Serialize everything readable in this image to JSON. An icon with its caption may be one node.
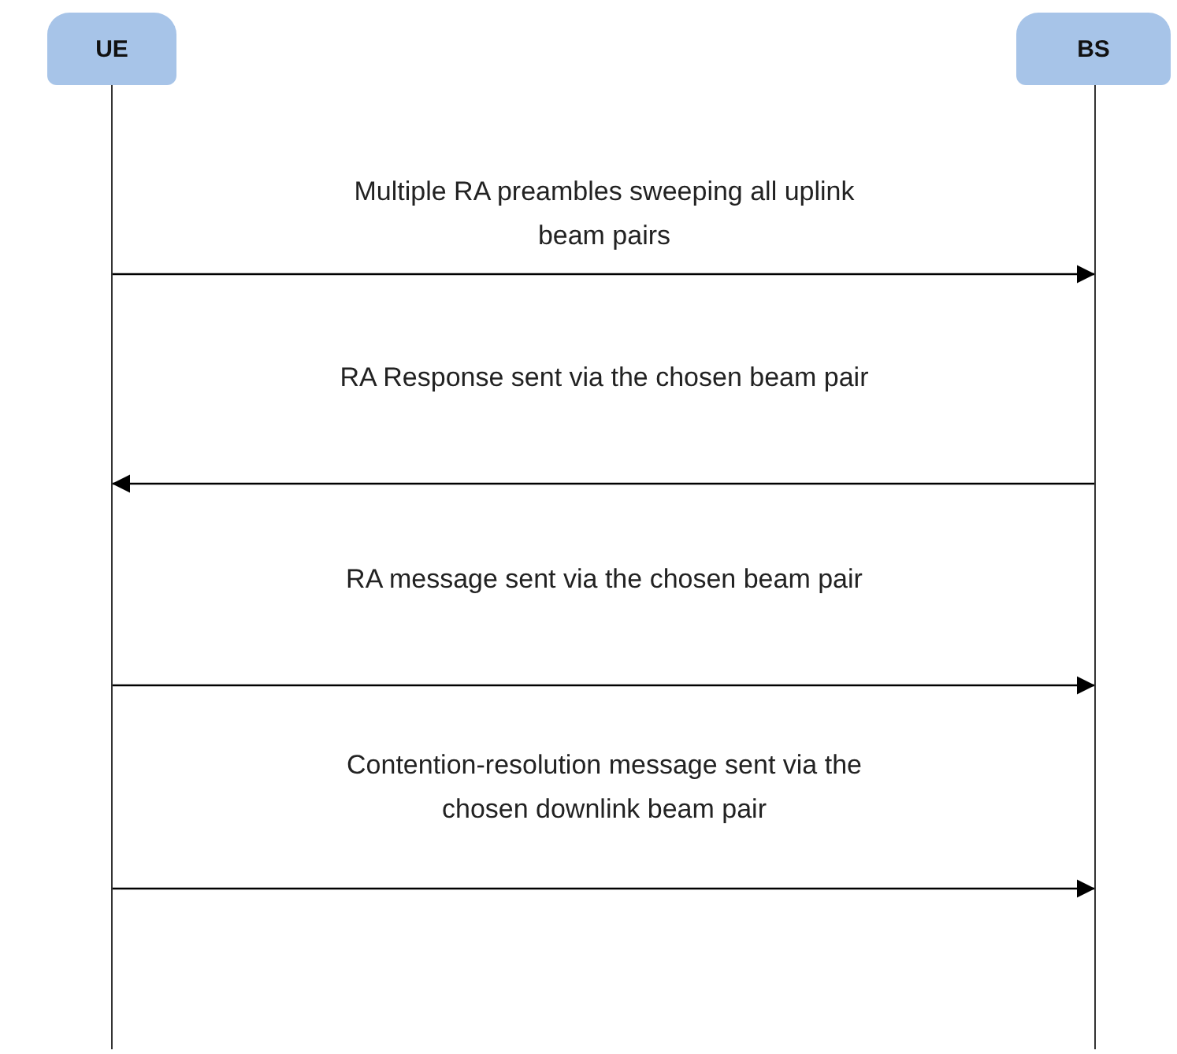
{
  "diagram": {
    "nodes": [
      {
        "text": [
          "UE"
        ]
      },
      {
        "text": [
          "BS"
        ]
      }
    ],
    "edges": [
      {
        "from": 0,
        "to": 1,
        "arrow": "to",
        "label": "Multiple RA preambles sweeping all uplink beam pairs"
      },
      {
        "from": 1,
        "to": 0,
        "arrow": "to",
        "label": "RA Response sent via the chosen beam pair"
      },
      {
        "from": 0,
        "to": 1,
        "arrow": "to",
        "label": "RA message sent via the chosen beam pair"
      },
      {
        "from": 0,
        "to": 1,
        "arrow": "to",
        "label": "Contention-resolution message sent via the chosen downlink beam pair"
      }
    ]
  }
}
